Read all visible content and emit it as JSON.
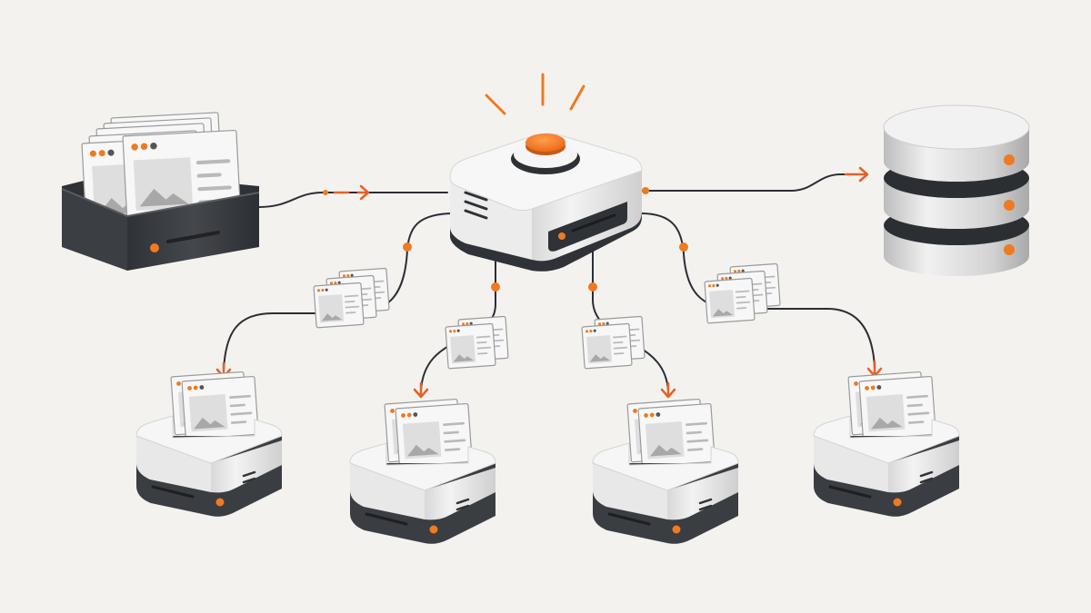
{
  "colors": {
    "background": "#f4f2ef",
    "accent": "#ee7a22",
    "arrow": "#e2622a",
    "line": "#2b2e33",
    "dark_body": "#3a3d42",
    "light_body": "#e6e6e6",
    "document_fill": "#f7f7f7",
    "document_stroke": "#9a9a9a"
  },
  "nodes": [
    {
      "name": "source-document-tray",
      "kind": "tray"
    },
    {
      "name": "central-dispatcher",
      "kind": "hub"
    },
    {
      "name": "database-cylinder-stack",
      "kind": "database"
    },
    {
      "name": "worker-node-1",
      "kind": "worker"
    },
    {
      "name": "worker-node-2",
      "kind": "worker"
    },
    {
      "name": "worker-node-3",
      "kind": "worker"
    },
    {
      "name": "worker-node-4",
      "kind": "worker"
    }
  ],
  "document_batches": [
    {
      "name": "batch-to-worker-1",
      "pages": 3
    },
    {
      "name": "batch-to-worker-2",
      "pages": 2
    },
    {
      "name": "batch-to-worker-3",
      "pages": 2
    },
    {
      "name": "batch-to-worker-4",
      "pages": 3
    }
  ],
  "connections": [
    {
      "from": "source-document-tray",
      "to": "central-dispatcher"
    },
    {
      "from": "central-dispatcher",
      "to": "database-cylinder-stack"
    },
    {
      "from": "central-dispatcher",
      "to": "worker-node-1"
    },
    {
      "from": "central-dispatcher",
      "to": "worker-node-2"
    },
    {
      "from": "central-dispatcher",
      "to": "worker-node-3"
    },
    {
      "from": "central-dispatcher",
      "to": "worker-node-4"
    }
  ],
  "icons": [
    "document-icon",
    "image-placeholder-icon",
    "power-button-icon",
    "status-light-icon",
    "vent-grille-icon",
    "arrowhead-icon"
  ]
}
